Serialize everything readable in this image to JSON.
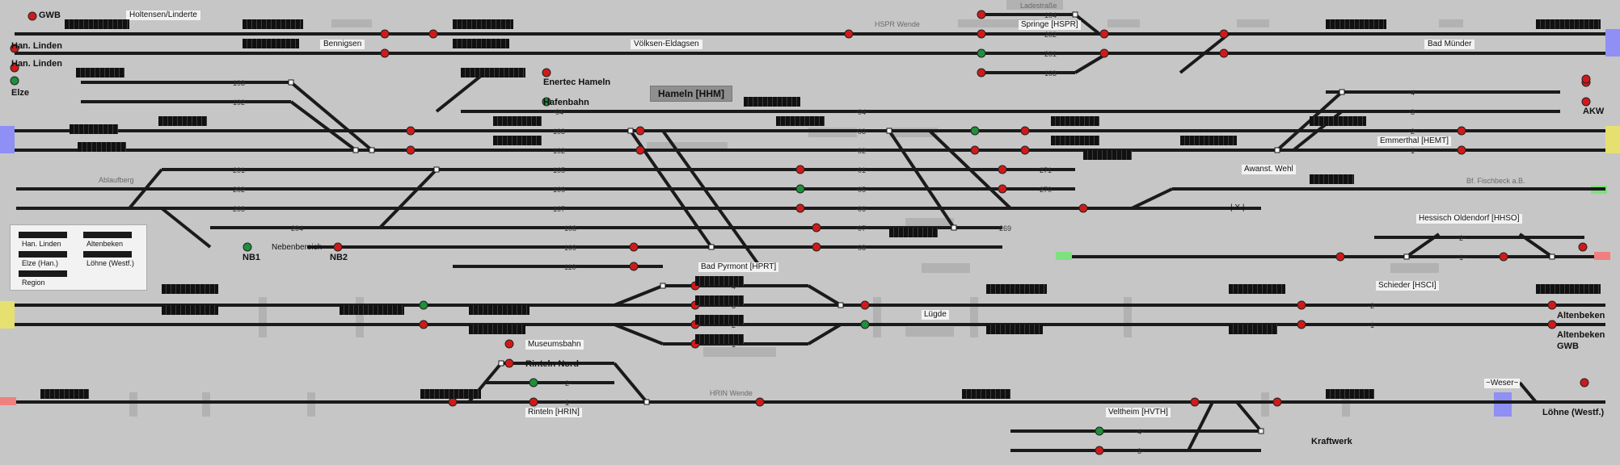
{
  "station_title": "Hameln [HHM]",
  "colors": {
    "background": "#c6c6c6",
    "track": "#1a1a1a",
    "signal_red": "#d01a1a",
    "signal_green": "#1f8f3a",
    "edge_blue": "#8f8ff5",
    "edge_yellow": "#e6e070",
    "edge_green": "#7fe07f",
    "edge_red": "#f07f7f"
  },
  "labels": {
    "gwb_top": "GWB",
    "han_linden_1": "Han. Linden",
    "han_linden_2": "Han. Linden",
    "elze": "Elze",
    "holtensen": "Holtensen/Linderte",
    "bennigsen": "Bennigsen",
    "voelksen": "Völksen-Eldagsen",
    "hspr_wende": "HSPR Wende",
    "ladestrasse": "Ladestraße",
    "springe": "Springe [HSPR]",
    "bad_muender": "Bad Münder",
    "enertec": "Enertec Hameln",
    "hafenbahn": "Hafenbahn",
    "akw": "AKW",
    "emmerthal": "Emmerthal [HEMT]",
    "awanst_wehl": "Awanst. Wehl",
    "bf_fischbeck": "Bf. Fischbeck a.B.",
    "ablaufberg": "Ablaufberg",
    "nb1": "NB1",
    "nebenbereich": "Nebenbereich",
    "nb2": "NB2",
    "hessisch_oldendorf": "Hessisch Oldendorf [HHSO]",
    "bad_pyrmont": "Bad Pyrmont [HPRT]",
    "schieder": "Schieder [HSCI]",
    "luegde": "Lügde",
    "altenbeken_1": "Altenbeken",
    "altenbeken_2": "Altenbeken",
    "gwb_bottom": "GWB",
    "museumsbahn": "Museumsbahn",
    "rinteln_nord": "Rinteln Nord",
    "rinteln": "Rinteln [HRIN]",
    "hrin_wende": "HRIN Wende",
    "weser": "~Weser~",
    "veltheim": "Veltheim [HVTH]",
    "kraftwerk": "Kraftwerk",
    "loehne": "Löhne (Westf.)",
    "x_marker": "| X |"
  },
  "legend": {
    "han_linden": "Han. Linden",
    "altenbeken": "Altenbeken",
    "elze": "Elze (Han.)",
    "loehne": "Löhne (Westf.)",
    "region": "Region"
  },
  "track_numbers": {
    "t193": "193",
    "t192": "192",
    "t201": "201",
    "t202": "202",
    "t203": "203",
    "t204": "204",
    "t04": "-04",
    "t103": "103",
    "t102": "102",
    "t105": "105",
    "t106": "106",
    "t107": "107",
    "t108": "108",
    "t109": "109",
    "t110": "110",
    "h04": "-04-",
    "h03": "-03-",
    "h02": "-02-",
    "h01": "-01-",
    "h05": "-05-",
    "h06": "-06-",
    "h07": "-07-",
    "h08": "-08-",
    "t271": "271",
    "t270": "270",
    "t269": "269",
    "r4": "-4-",
    "r3": "-3-",
    "r2": "-2-",
    "r1": "-1-",
    "p4": "-4-",
    "p3": "-3-",
    "p2": "-2-",
    "p1": "-1-",
    "s2": "-2-",
    "s1": "-1-",
    "o2": "-2-",
    "o1": "-1-",
    "n2": "-2-",
    "n1": "-1-",
    "v4": "-4-",
    "v3": "-3-",
    "sp104": "104",
    "sp202": "202",
    "sp201": "201",
    "sp103": "103"
  }
}
